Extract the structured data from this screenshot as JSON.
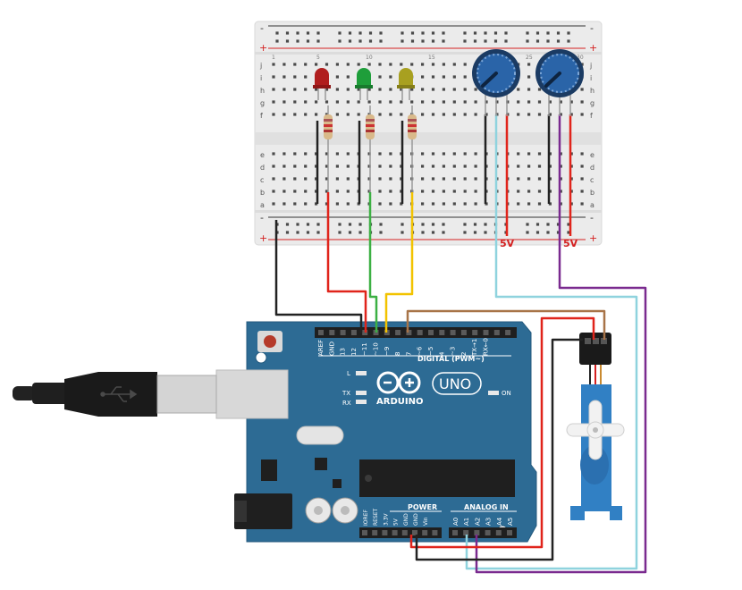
{
  "breadboard": {
    "rail_plus": "+",
    "rail_minus": "-",
    "row_letters_top": [
      "j",
      "i",
      "h",
      "g",
      "f"
    ],
    "row_letters_bottom": [
      "e",
      "d",
      "c",
      "b",
      "a"
    ],
    "column_numbers": [
      "1",
      "5",
      "10",
      "15",
      "20",
      "25",
      "30"
    ],
    "label_5v_left": "5V",
    "label_5v_right": "5V"
  },
  "components": {
    "led_red": {
      "color": "#b01e1e"
    },
    "led_green": {
      "color": "#1e9e3a"
    },
    "led_yellow": {
      "color": "#a8a020"
    },
    "pot_color": "#1f4f8a"
  },
  "wires": {
    "black": "#222222",
    "red": "#e0241b",
    "green": "#3cb043",
    "yellow": "#f2c300",
    "cyan": "#8fd3de",
    "purple": "#7a2a8f",
    "brown": "#a87448"
  },
  "arduino": {
    "brand": "ARDUINO",
    "model": "UNO",
    "header_labels": [
      "AREF",
      "GND",
      "13",
      "12",
      "~11",
      "~10",
      "~9",
      "8",
      "7",
      "~6",
      "~5",
      "4",
      "~3",
      "2",
      "TX→1",
      "RX←0"
    ],
    "digital_label": "DIGITAL (PWM~)",
    "led_l": "L",
    "led_tx": "TX",
    "led_rx": "RX",
    "on_label": "ON",
    "power_label": "POWER",
    "analog_label": "ANALOG IN",
    "power_pins": [
      "IOREF",
      "RESET",
      "3.3V",
      "5V",
      "GND",
      "GND",
      "Vin"
    ],
    "analog_pins": [
      "A0",
      "A1",
      "A2",
      "A3",
      "A4",
      "A5"
    ],
    "board_color": "#2d6b94"
  }
}
